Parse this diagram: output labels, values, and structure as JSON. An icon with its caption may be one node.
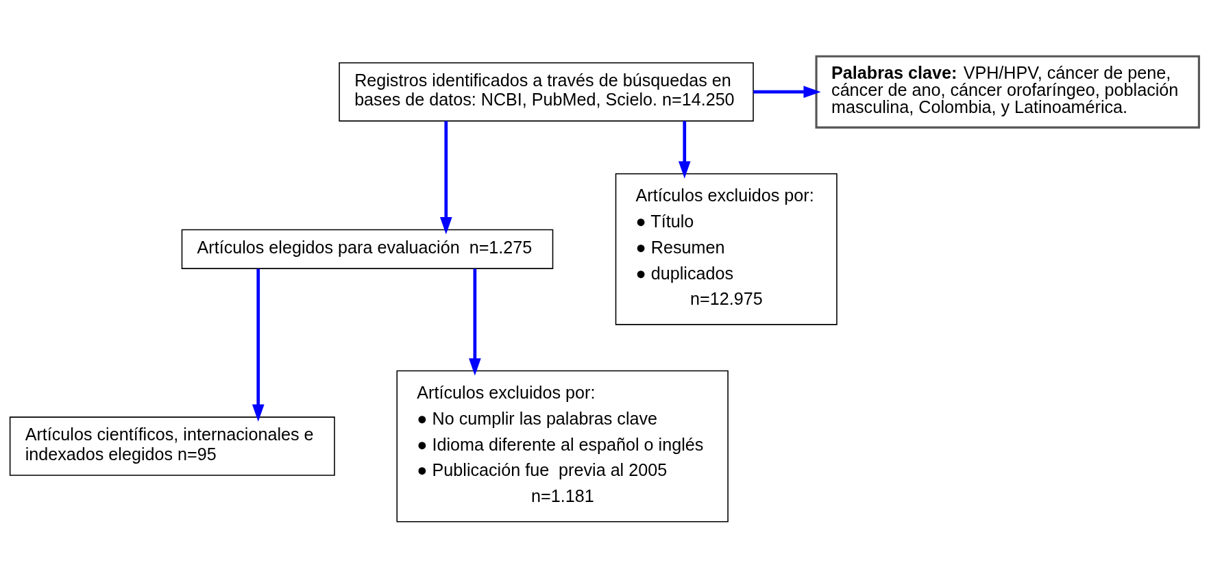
{
  "diagram": {
    "nodes": [
      {
        "text": [
          "Registros identificados a través de búsquedas en bases de datos: NCBI, PubMed, Scielo. n=14.250"
        ]
      },
      {
        "text": [
          "**Palabras clave:** VPH/HPV, cáncer de pene, cáncer de ano, cáncer orofaríngeo, población masculina, Colombia, y Latinoamérica."
        ]
      },
      {
        "text": [
          "Artículos excluidos por:",
          "● Título",
          "● Resumen",
          "● duplicados",
          "n=12.975"
        ]
      },
      {
        "text": [
          "Artículos elegidos para evaluación  n=1.275"
        ]
      },
      {
        "text": [
          "Artículos científicos, internacionales e indexados elegidos n=95"
        ]
      },
      {
        "text": [
          "Artículos excluidos por:",
          "● No cumplir las palabras clave",
          "● Idioma diferente al español o inglés",
          "● Publicación fue  previa al 2005",
          "n=1.181"
        ]
      }
    ],
    "edges": [
      {
        "from": 0,
        "to": 1,
        "arrow": "to"
      },
      {
        "from": 0,
        "to": 2,
        "arrow": "to"
      },
      {
        "from": 0,
        "to": 3,
        "arrow": "to"
      },
      {
        "from": 3,
        "to": 5,
        "arrow": "to"
      },
      {
        "from": 3,
        "to": 4,
        "arrow": "to"
      }
    ]
  }
}
